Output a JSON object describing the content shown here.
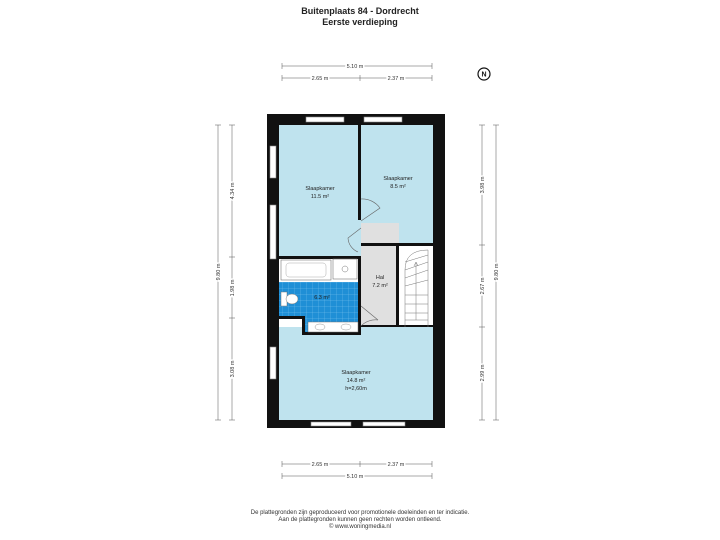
{
  "header": {
    "title": "Buitenplaats 84 - Dordrecht",
    "subtitle": "Eerste verdieping"
  },
  "dimensions": {
    "top_total": "5.10 m",
    "top_left": "2.65 m",
    "top_right": "2.37 m",
    "bottom_left": "2.65 m",
    "bottom_right": "2.37 m",
    "bottom_total": "5.10 m",
    "left_total": "9.80 m",
    "left_upper": "4.34 m",
    "left_middle": "1.98 m",
    "left_lower": "3.08 m",
    "right_total": "9.80 m",
    "right_upper": "3.98 m",
    "right_middle": "2.67 m",
    "right_lower": "2.99 m"
  },
  "rooms": {
    "bedroom1": {
      "name": "Slaapkamer",
      "area": "11.5 m²"
    },
    "bedroom2": {
      "name": "Slaapkamer",
      "area": "8.5 m²"
    },
    "hall": {
      "name": "Hal",
      "area": "7.2 m²"
    },
    "bathroom": {
      "area": "6.3 m²"
    },
    "bedroom3": {
      "name": "Slaapkamer",
      "area": "14.8 m²",
      "height": "h=2,60m"
    }
  },
  "compass": {
    "letter": "N"
  },
  "footer": {
    "line1": "De plattegronden zijn geproduceerd voor promotionele doeleinden en ter indicatie.",
    "line2": "Aan de plattegronden kunnen geen rechten worden ontleend.",
    "line3": "© www.woningmedia.nl"
  },
  "colors": {
    "room_fill": "#bfe3ee",
    "hall_fill": "#e0e0e0",
    "bath_tile": "#1f8fd6",
    "wall": "#111111"
  }
}
